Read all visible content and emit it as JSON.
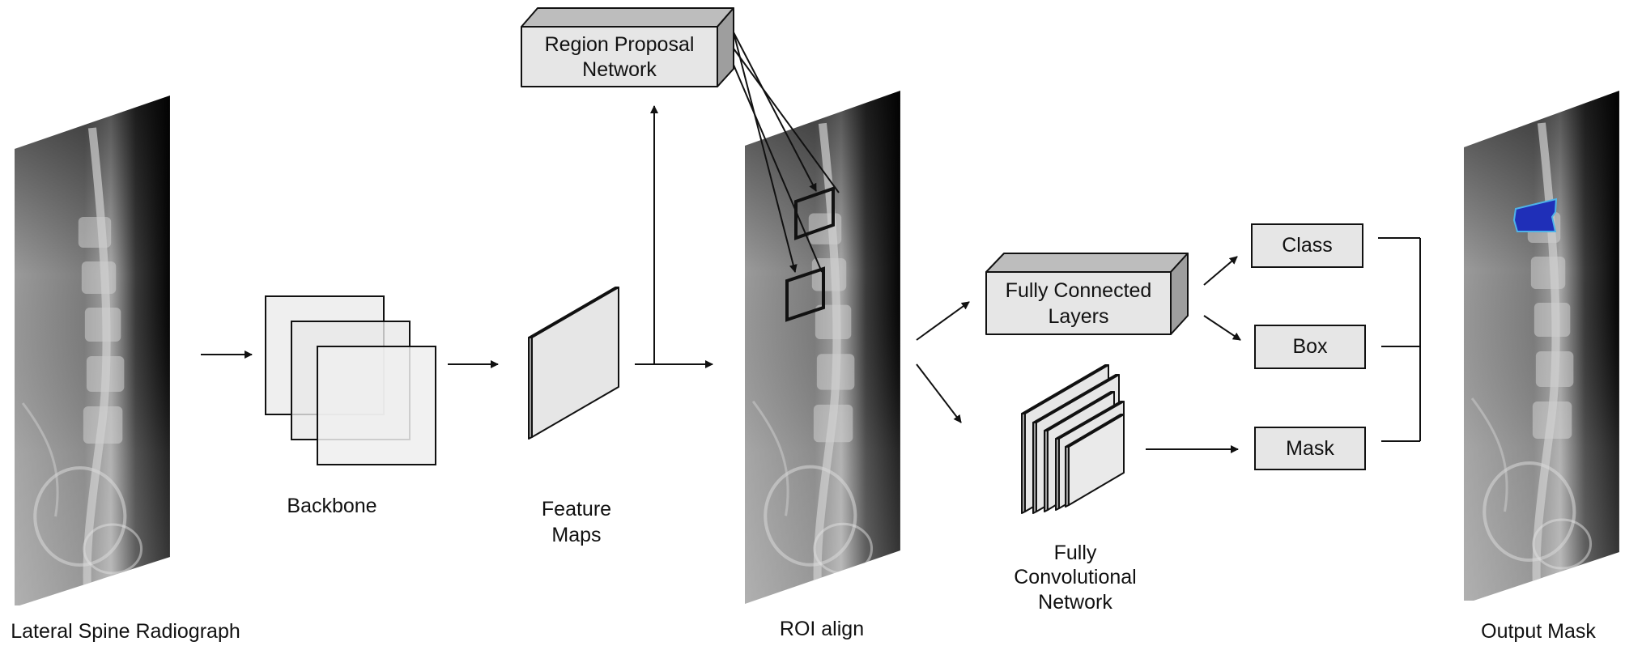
{
  "inputs": {
    "input_caption": "Lateral Spine Radiograph",
    "roi_caption": "ROI align",
    "output_caption": "Output Mask"
  },
  "stages": {
    "backbone": "Backbone",
    "feature_maps_line1": "Feature",
    "feature_maps_line2": "Maps",
    "rpn_line1": "Region Proposal",
    "rpn_line2": "Network",
    "fc_line1": "Fully Connected",
    "fc_line2": "Layers",
    "fcn_line1": "Fully",
    "fcn_line2": "Convolutional",
    "fcn_line3": "Network"
  },
  "outputs": {
    "class": "Class",
    "box": "Box",
    "mask": "Mask"
  },
  "colors": {
    "box_fill": "#e6e6e6",
    "box_side": "#bdbdbd",
    "mask_overlay": "#1f2fb8",
    "stroke": "#111111"
  }
}
